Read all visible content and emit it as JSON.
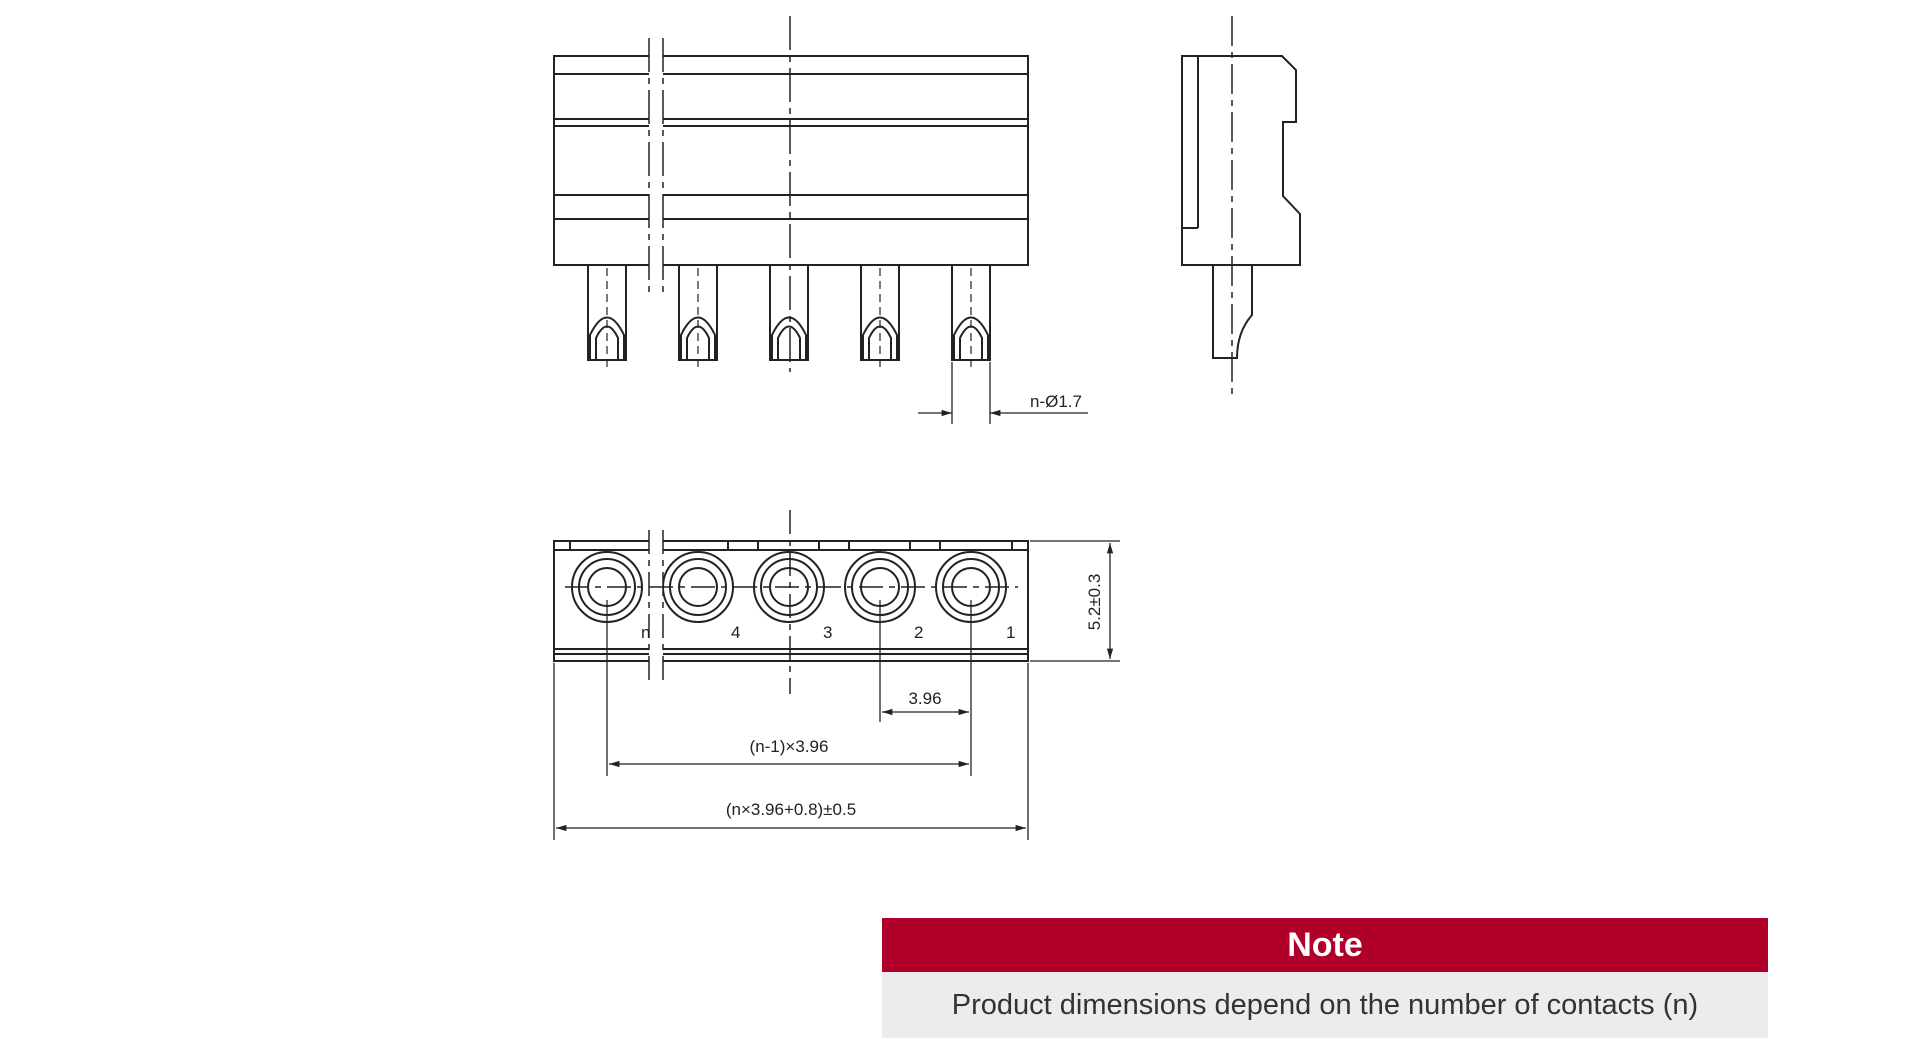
{
  "diagram": {
    "dimensions": {
      "pin_diameter": "n-Ø1.7",
      "height": "5.2±0.3",
      "pitch": "3.96",
      "span": "(n-1)×3.96",
      "total_length": "(n×3.96+0.8)±0.5"
    },
    "contact_labels": [
      "n",
      "4",
      "3",
      "2",
      "1"
    ],
    "colors": {
      "line": "#222222",
      "accent": "#b0002a"
    }
  },
  "note": {
    "title": "Note",
    "text": "Product dimensions depend on the number of contacts (n)"
  }
}
